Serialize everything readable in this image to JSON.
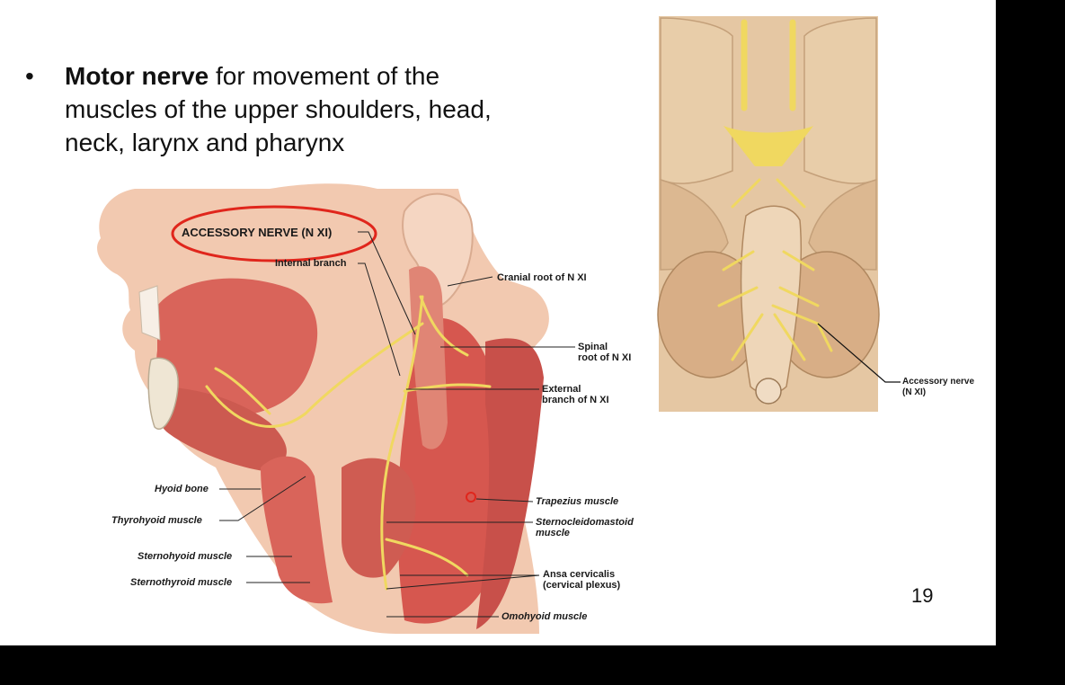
{
  "slide": {
    "bullet_marker": "•",
    "bullet_bold": "Motor nerve",
    "bullet_rest": " for movement of the muscles of the upper shoulders, head, neck, larynx and pharynx",
    "page_number": "19"
  },
  "neck_figure": {
    "labels": {
      "accessory_nerve": "ACCESSORY NERVE (N XI)",
      "internal_branch": "Internal branch",
      "cranial_root": "Cranial root of N XI",
      "spinal_root_1": "Spinal",
      "spinal_root_2": "root of N XI",
      "external_branch_1": "External",
      "external_branch_2": "branch of N XI",
      "hyoid_bone": "Hyoid bone",
      "thyrohyoid": "Thyrohyoid muscle",
      "sternohyoid": "Sternohyoid muscle",
      "sternothyroid": "Sternothyroid muscle",
      "trapezius": "Trapezius muscle",
      "sternocleido_1": "Sternocleidomastoid",
      "sternocleido_2": "muscle",
      "ansa_1": "Ansa cervicalis",
      "ansa_2": "(cervical plexus)",
      "omohyoid": "Omohyoid muscle"
    },
    "highlight_color": "#e0261c"
  },
  "brain_figure": {
    "labels": {
      "accessory_1": "Accessory nerve",
      "accessory_2": "(N XI)"
    }
  },
  "colors": {
    "skin": "#f2c9b0",
    "muscle": "#d9645a",
    "nerve": "#f0d860",
    "brain": "#e5c7a3"
  }
}
